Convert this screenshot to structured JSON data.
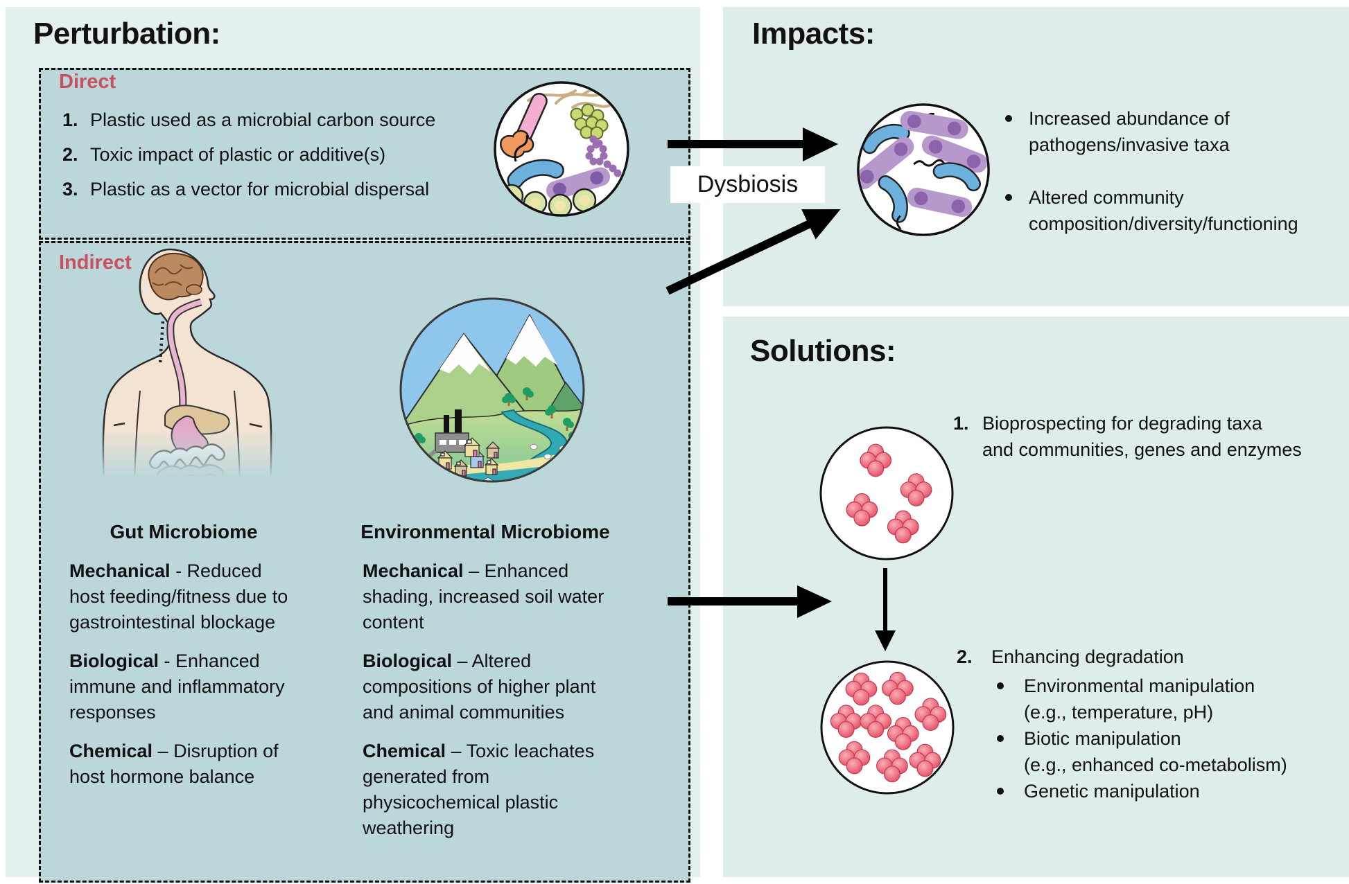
{
  "colors": {
    "left_panel": "#e4efef",
    "right_panel": "#dfecec",
    "inner_box": "#bcd7d9",
    "accent_red": "#c8505f",
    "microbe_blue": "#6cb0dd",
    "microbe_purple_light": "#b698cc",
    "microbe_purple_dark": "#8a63ab",
    "degrader_red": "#e8566c"
  },
  "perturbation": {
    "title": "Perturbation:",
    "direct": {
      "label": "Direct",
      "items": [
        {
          "num": "1.",
          "text": "Plastic used as a microbial carbon source"
        },
        {
          "num": "2.",
          "text": "Toxic impact of plastic or additive(s)"
        },
        {
          "num": "3.",
          "text": "Plastic as a vector for microbial dispersal"
        }
      ]
    },
    "indirect": {
      "label": "Indirect",
      "gut": {
        "heading": "Gut Microbiome",
        "entries": [
          {
            "term": "Mechanical",
            "desc": " - Reduced\nhost feeding/fitness due to\ngastrointestinal blockage"
          },
          {
            "term": "Biological",
            "desc": " - Enhanced\nimmune and inflammatory\nresponses"
          },
          {
            "term": "Chemical",
            "desc": " – Disruption of\nhost hormone balance"
          }
        ]
      },
      "env": {
        "heading": "Environmental Microbiome",
        "entries": [
          {
            "term": "Mechanical",
            "desc": " – Enhanced\nshading, increased soil water\ncontent"
          },
          {
            "term": "Biological",
            "desc": " – Altered\ncompositions of higher plant\nand animal communities"
          },
          {
            "term": "Chemical",
            "desc": " – Toxic leachates\ngenerated from\nphysicochemical plastic\nweathering"
          }
        ]
      }
    }
  },
  "dysbiosis_label": "Dysbiosis",
  "impacts": {
    "title": "Impacts:",
    "bullets": [
      "Increased abundance of\npathogens/invasive taxa",
      "Altered community\ncomposition/diversity/functioning"
    ]
  },
  "solutions": {
    "title": "Solutions:",
    "item1": {
      "num": "1.",
      "text": "Bioprospecting for degrading taxa\nand communities, genes and enzymes"
    },
    "item2": {
      "num": "2.",
      "text": "Enhancing degradation"
    },
    "item2_bullets": [
      "Environmental manipulation\n(e.g., temperature, pH)",
      "Biotic manipulation\n(e.g., enhanced co-metabolism)",
      "Genetic manipulation"
    ]
  },
  "icons": {
    "direct_circle": "mixed-microbes-icon",
    "human_figure": "human-gut-illustration-icon",
    "landscape": "environment-landscape-icon",
    "impacts_circle": "pathogen-microbes-icon",
    "solution_circles": "degrader-culture-icon",
    "arrows": "black-arrow-icon"
  }
}
